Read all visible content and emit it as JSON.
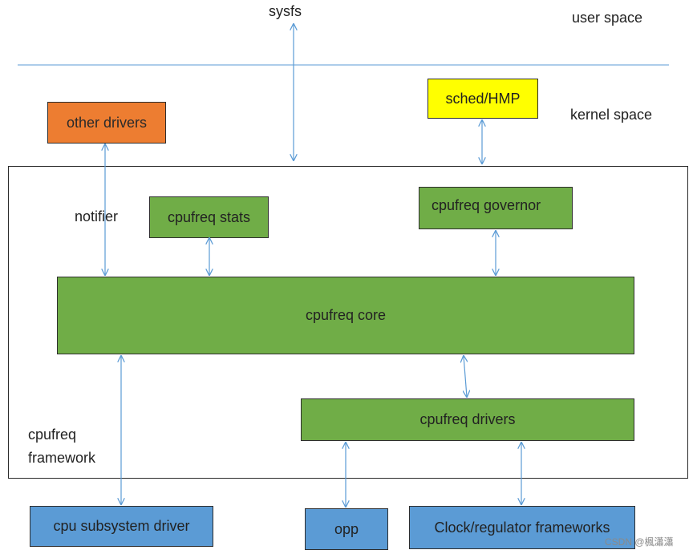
{
  "labels": {
    "sysfs": "sysfs",
    "user_space": "user space",
    "kernel_space": "kernel space",
    "notifier": "notifier",
    "framework_line1": "cpufreq",
    "framework_line2": "framework"
  },
  "boxes": {
    "other_drivers": "other drivers",
    "sched_hmp": "sched/HMP",
    "cpufreq_stats": "cpufreq stats",
    "cpufreq_governor": "cpufreq governor",
    "cpufreq_core": "cpufreq core",
    "cpufreq_drivers": "cpufreq drivers",
    "cpu_subsystem_driver": "cpu subsystem driver",
    "opp": "opp",
    "clock_regulator": "Clock/regulator frameworks"
  },
  "watermark": "CSDN @楓瀟瀟",
  "colors": {
    "green": "#70ad47",
    "blue": "#5b9bd5",
    "orange": "#ed7d31",
    "yellow": "#ffff00",
    "line": "#5b9bd5"
  }
}
